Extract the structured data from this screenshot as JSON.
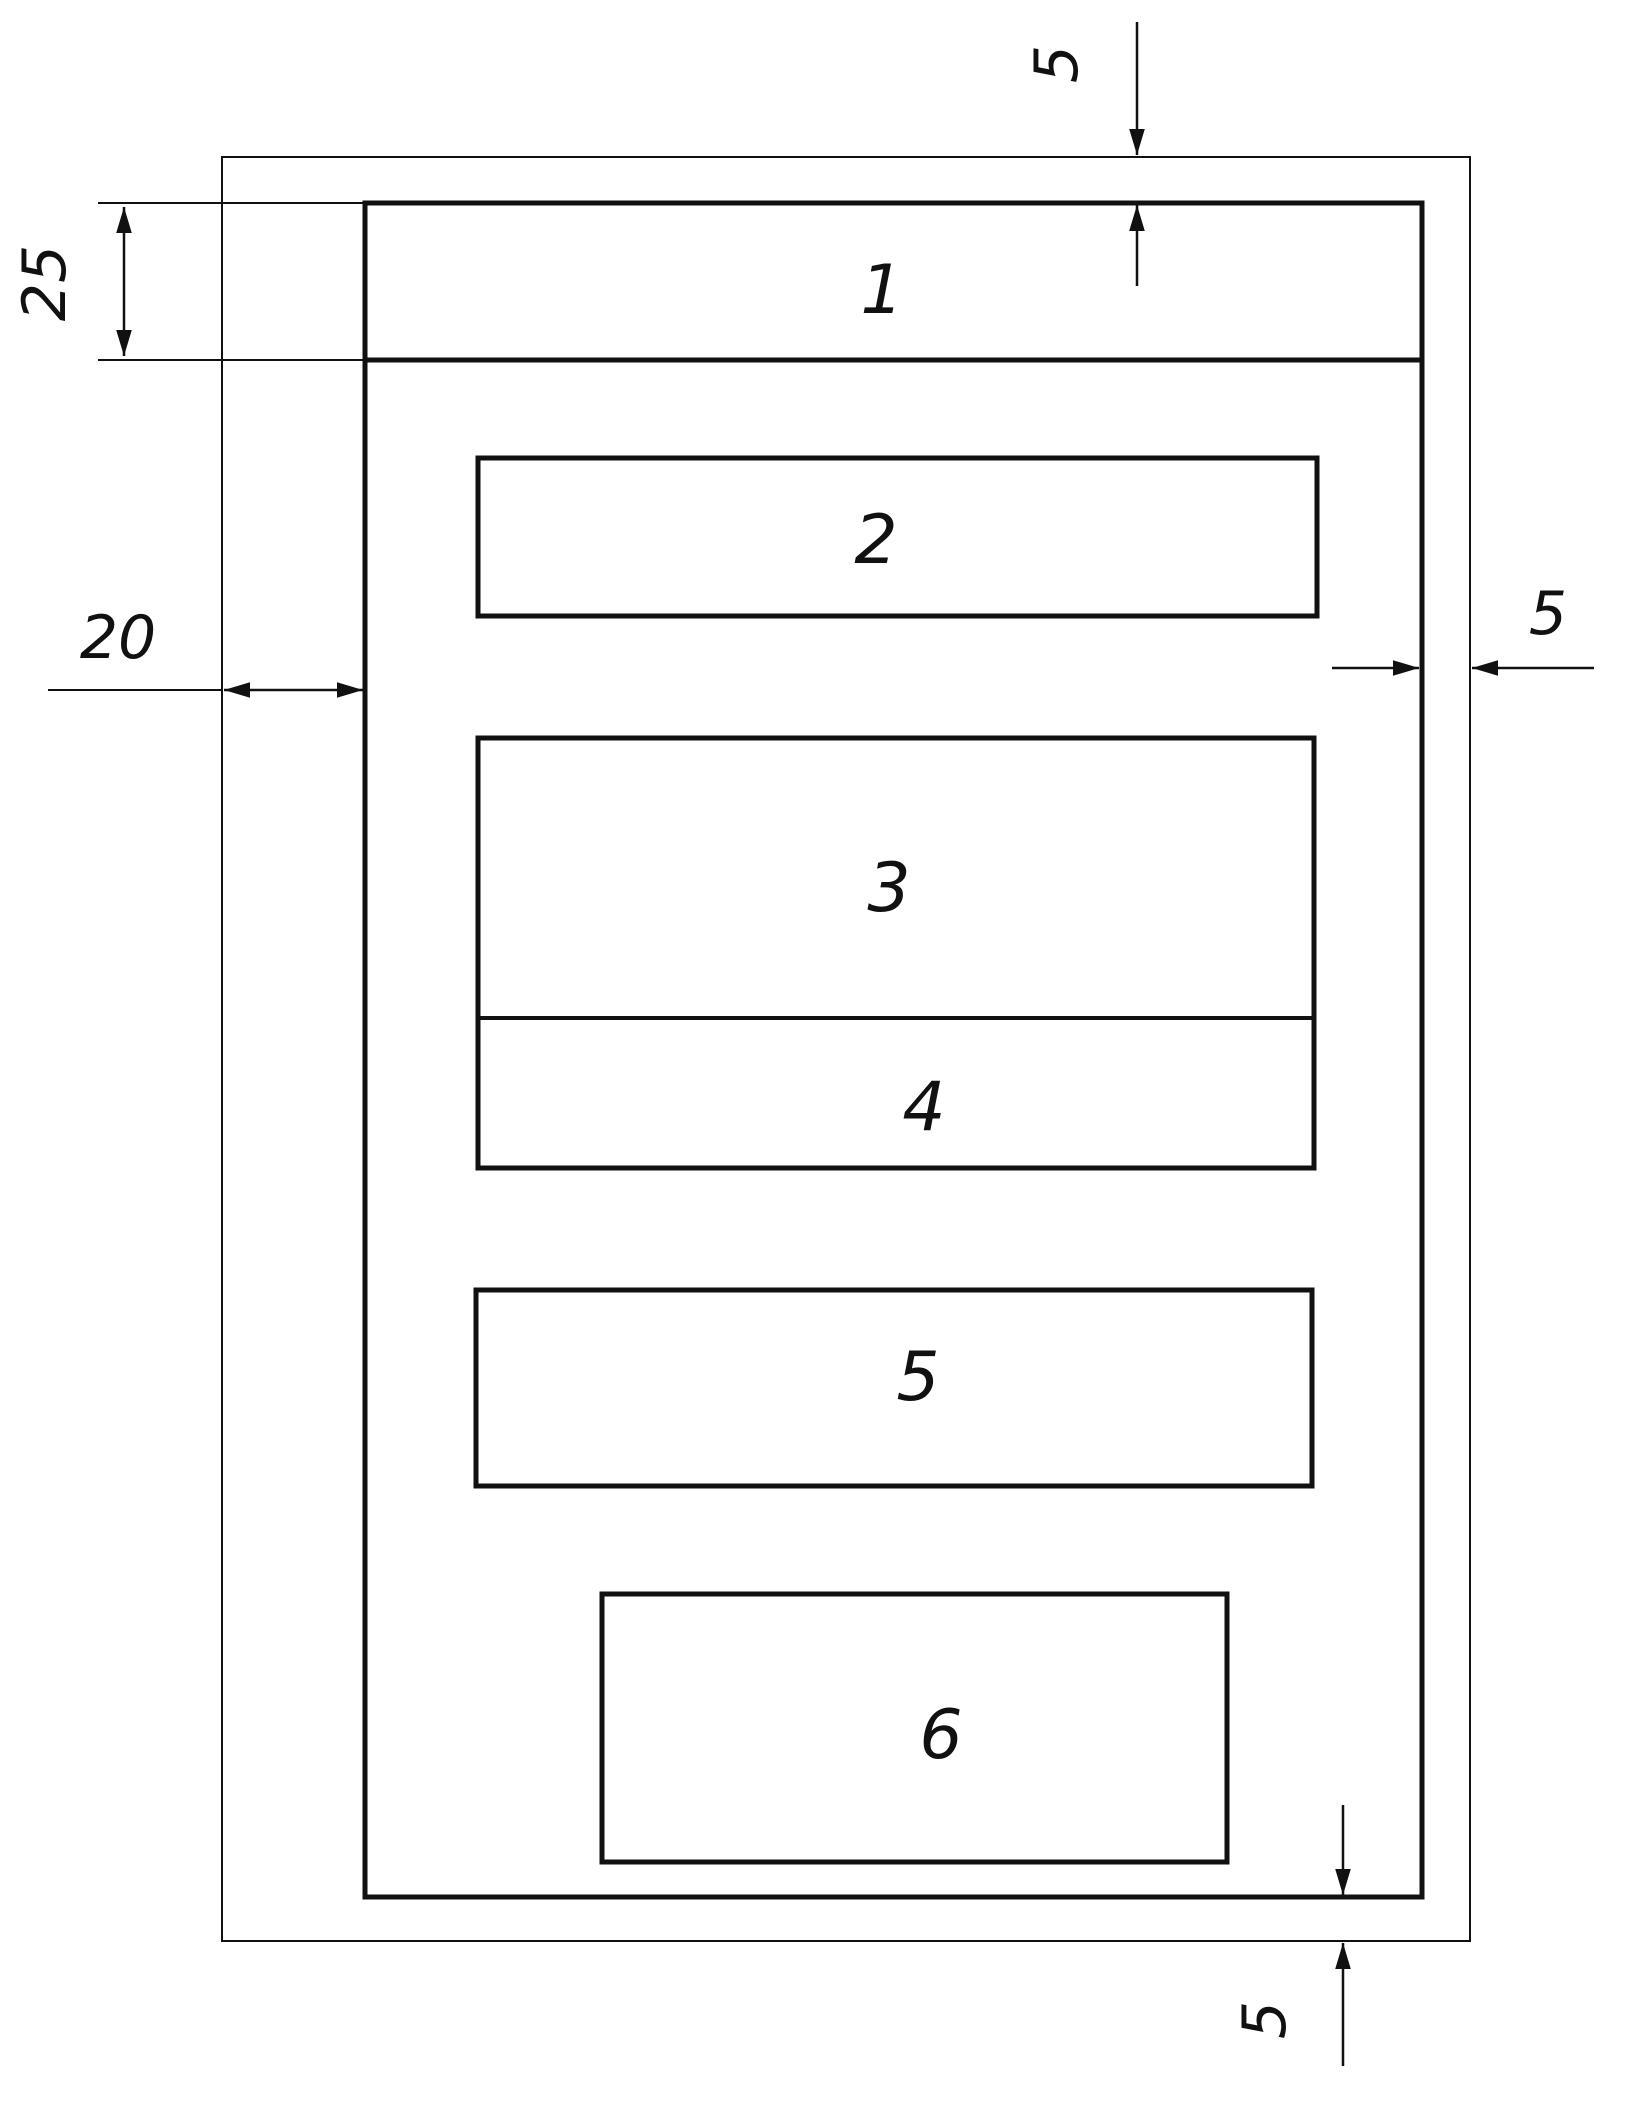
{
  "diagram": {
    "colors": {
      "line": "#111111",
      "background": "#ffffff"
    },
    "blocks": [
      {
        "id": "block-1",
        "label": "1"
      },
      {
        "id": "block-2",
        "label": "2"
      },
      {
        "id": "block-3",
        "label": "3"
      },
      {
        "id": "block-4",
        "label": "4"
      },
      {
        "id": "block-5",
        "label": "5"
      },
      {
        "id": "block-6",
        "label": "6"
      }
    ],
    "dimensions": {
      "top_margin": "5",
      "header_height": "25",
      "left_margin": "20",
      "right_margin": "5",
      "bottom_margin": "5"
    }
  }
}
